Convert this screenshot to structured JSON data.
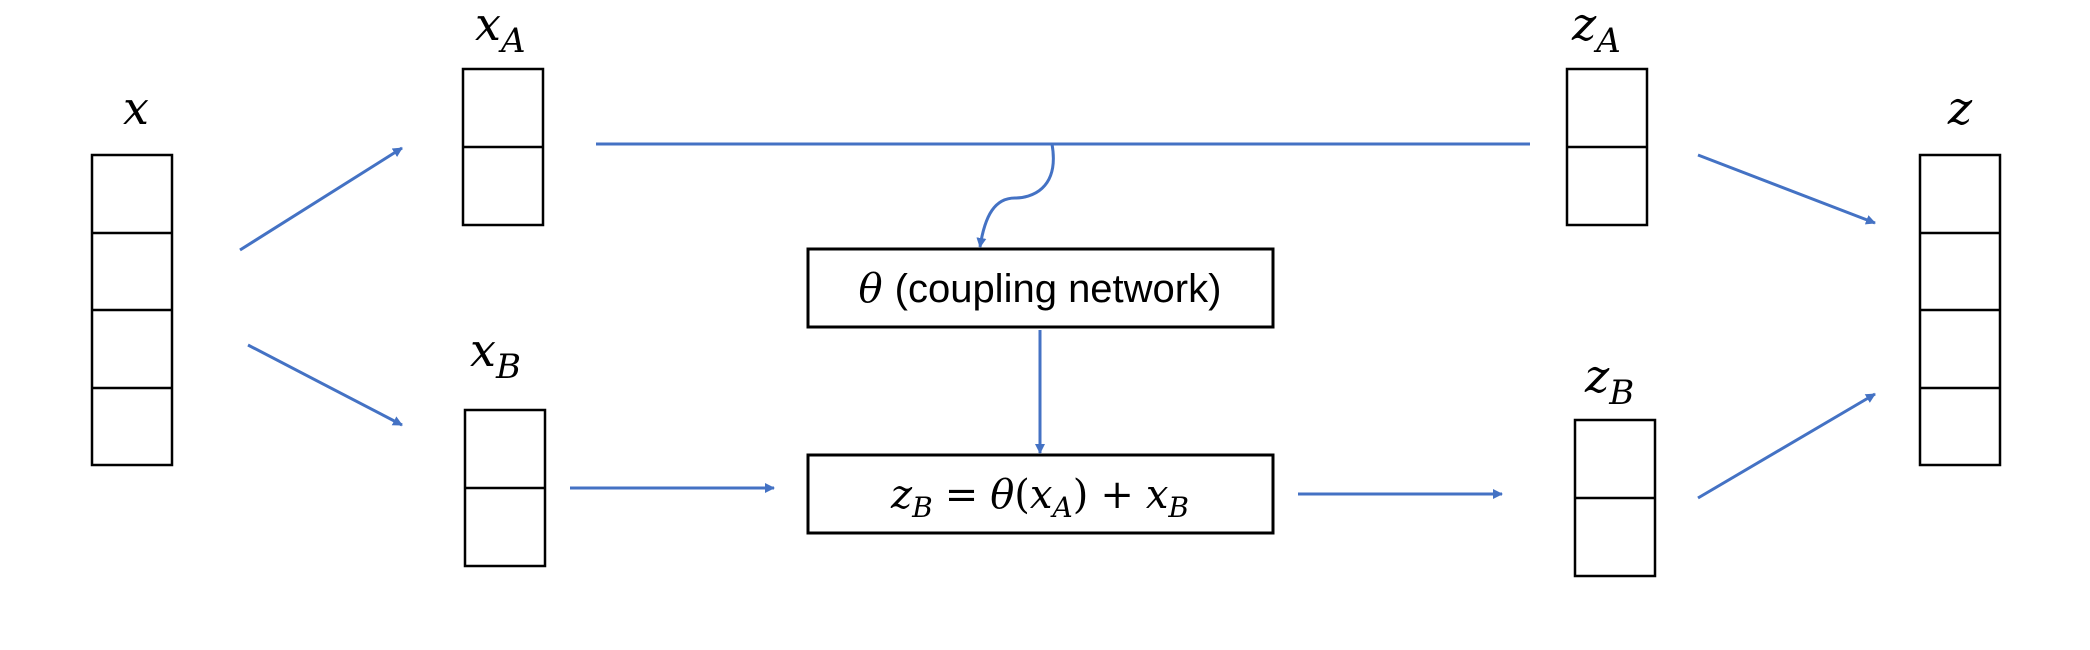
{
  "diagram": {
    "vectors": {
      "x": {
        "symbol": "x",
        "sub": "",
        "cells": 4
      },
      "x_a": {
        "symbol": "x",
        "sub": "A",
        "cells": 2
      },
      "x_b": {
        "symbol": "x",
        "sub": "B",
        "cells": 2
      },
      "z_a": {
        "symbol": "z",
        "sub": "A",
        "cells": 2
      },
      "z_b": {
        "symbol": "z",
        "sub": "B",
        "cells": 2
      },
      "z": {
        "symbol": "z",
        "sub": "",
        "cells": 4
      }
    },
    "coupling_box": {
      "theta": "θ",
      "text": "(coupling network)"
    },
    "update_box": {
      "lhs": "z",
      "lhs_sub": "B",
      "eq": "=",
      "theta": "θ",
      "open": "(",
      "arg": "x",
      "arg_sub": "A",
      "close": ")",
      "plus": "+",
      "rhs": "x",
      "rhs_sub": "B"
    },
    "colors": {
      "arrow": "#4472C4",
      "box_stroke": "#000000",
      "text": "#000000"
    }
  }
}
